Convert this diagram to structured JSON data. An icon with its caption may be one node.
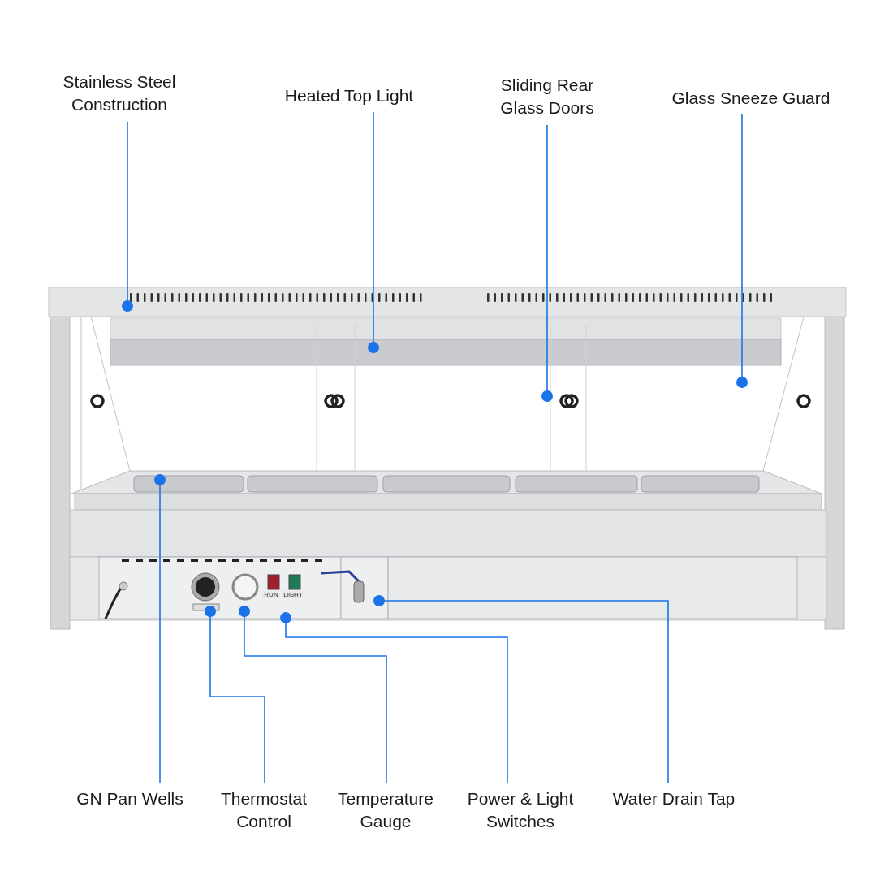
{
  "diagram": {
    "nodes": [
      {
        "text": [
          "Stainless Steel Construction"
        ]
      },
      {
        "text": [
          "Heated Top Light"
        ]
      },
      {
        "text": [
          "Sliding Rear Glass Doors"
        ]
      },
      {
        "text": [
          "Glass Sneeze Guard"
        ]
      },
      {
        "text": [
          "GN Pan Wells"
        ]
      },
      {
        "text": [
          "Thermostat Control"
        ]
      },
      {
        "text": [
          "Temperature Gauge"
        ]
      },
      {
        "text": [
          "Power & Light Switches"
        ]
      },
      {
        "text": [
          "Water Drain Tap"
        ]
      }
    ],
    "edges": [
      {
        "from": 0,
        "to": null,
        "arrow": "other"
      },
      {
        "from": 1,
        "to": null,
        "arrow": "other"
      },
      {
        "from": 2,
        "to": null,
        "arrow": "other"
      },
      {
        "from": 3,
        "to": null,
        "arrow": "other"
      },
      {
        "from": 4,
        "to": null,
        "arrow": "other"
      },
      {
        "from": 5,
        "to": null,
        "arrow": "other"
      },
      {
        "from": 6,
        "to": null,
        "arrow": "other"
      },
      {
        "from": 7,
        "to": null,
        "arrow": "other"
      },
      {
        "from": 8,
        "to": null,
        "arrow": "other"
      }
    ],
    "labels": [
      "RUN",
      "LIGHT"
    ]
  }
}
